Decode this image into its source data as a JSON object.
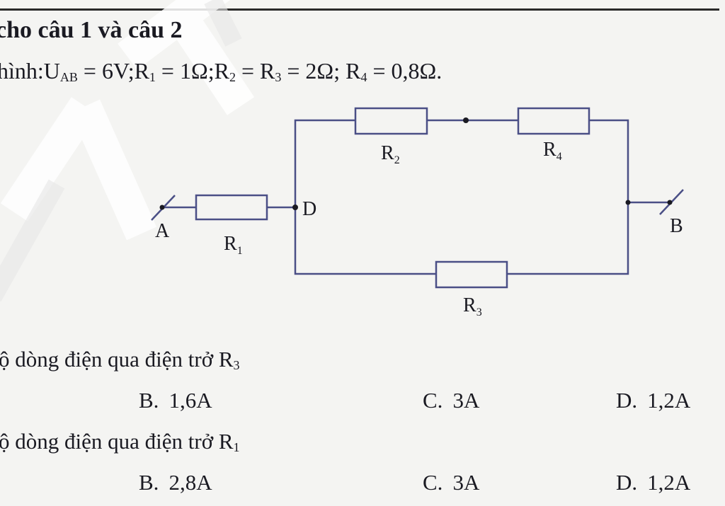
{
  "heading": "cho câu 1 và câu 2",
  "given": {
    "lead": "hình:U",
    "uab_sub": "AB",
    "uab_val": " = 6V;R",
    "r1_sub": "1",
    "r1_val": " = 1Ω;R",
    "r2_sub": "2",
    "r2_val": " =  R",
    "r3_sub": "3",
    "r3_val": " = 2Ω; R",
    "r4_sub": "4",
    "r4_val": " = 0,8Ω."
  },
  "circuit": {
    "node_a": "A",
    "node_b": "B",
    "node_d": "D",
    "r1": {
      "letter": "R",
      "sub": "1"
    },
    "r2": {
      "letter": "R",
      "sub": "2"
    },
    "r3": {
      "letter": "R",
      "sub": "3"
    },
    "r4": {
      "letter": "R",
      "sub": "4"
    },
    "wire_color": "#4a4f86"
  },
  "questions": [
    {
      "text": "ộ dòng điện qua điện trở R",
      "sub": "3",
      "options": [
        {
          "letter": "B.",
          "value": "1,6A"
        },
        {
          "letter": "C.",
          "value": "3A"
        },
        {
          "letter": "D.",
          "value": "1,2A"
        }
      ]
    },
    {
      "text": "ộ dòng điện qua điện trở R",
      "sub": "1",
      "options": [
        {
          "letter": "B.",
          "value": "2,8A"
        },
        {
          "letter": "C.",
          "value": "3A"
        },
        {
          "letter": "D.",
          "value": "1,2A"
        }
      ]
    }
  ]
}
